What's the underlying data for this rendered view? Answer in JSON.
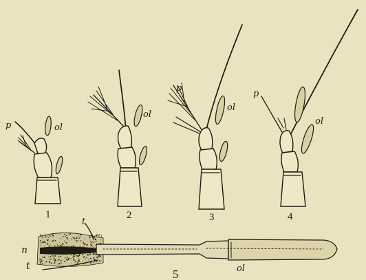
{
  "figures": [
    {
      "number": "1",
      "label_p": "p",
      "label_ol": "ol"
    },
    {
      "number": "2",
      "label_ol": "ol"
    },
    {
      "number": "3",
      "label_p": "p",
      "label_ol": "ol"
    },
    {
      "number": "4",
      "label_p": "p",
      "label_ol": "ol"
    }
  ],
  "section": {
    "number": "5",
    "label_t_top": "t",
    "label_t_bottom": "t",
    "label_n": "n",
    "label_ol": "ol"
  },
  "colors": {
    "paper": "#eae3bf",
    "ink": "#1e1b12",
    "stipple": "#d9d0a4"
  }
}
